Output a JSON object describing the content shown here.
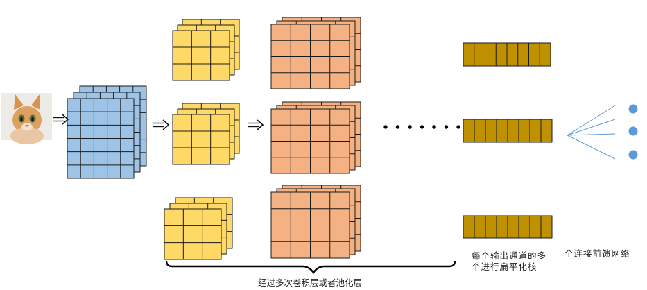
{
  "labels": {
    "flatten": "每个输出通道的多个进行扁平化核",
    "fc": "全连接前馈网络",
    "conv_pool": "经过多次卷积层或者池化层"
  },
  "colors": {
    "input_grid": "#9dc3e6",
    "feature_small": "#ffd966",
    "feature_large": "#f4b183",
    "flatten_vector": "#bf9000",
    "output_node": "#5b9bd5",
    "fc_lines": "#5b9bd5"
  },
  "icons": {
    "input_image": "cat-photo-icon",
    "arrow": "double-arrow-icon",
    "ellipsis": "ellipsis-dots-icon",
    "brace": "curly-brace-icon"
  },
  "structure": {
    "branches": 3,
    "flatten_cells": 8,
    "output_nodes": 3,
    "ellipsis_dots": 7
  }
}
